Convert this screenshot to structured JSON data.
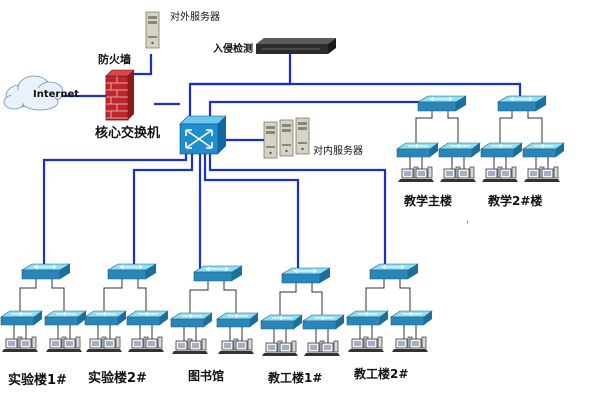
{
  "labels": {
    "internet": "Internet",
    "firewall": "防火墙",
    "external_server": "对外服务器",
    "ids": "入侵检测",
    "core_switch": "核心交换机",
    "internal_server": "对内服务器",
    "teaching_main": "教学主楼",
    "teaching_2": "教学2#楼",
    "lab_1": "实验楼1#",
    "lab_2": "实验楼2#",
    "library": "图书馆",
    "staff_1": "教工楼1#",
    "staff_2": "教工楼2#"
  },
  "colors": {
    "link": "#1a2fd0",
    "switch_top": "#7ed6ec",
    "switch_side": "#2a86b8",
    "core": "#1f8ed0",
    "firewall": "#c0272d",
    "server": "#d6d2c4",
    "cloud": "#e9f1fb"
  }
}
